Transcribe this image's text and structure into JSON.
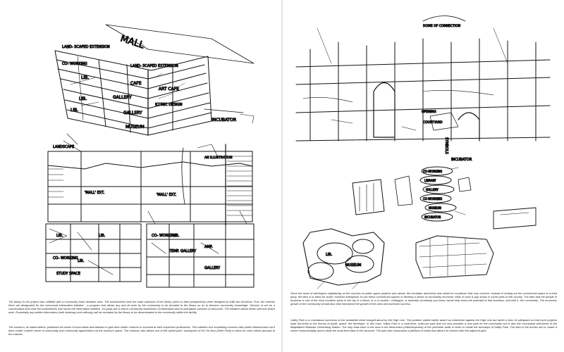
{
  "left_page": {
    "sketch_labels": {
      "mall": "MALL",
      "landscaped_extension_left": "LAND- SCAPED EXTENSION",
      "landscaped_extension_right": "LAND- SCAPED EXTENSION",
      "co_working": "CO- WORKING",
      "lib": "LIB.",
      "gallery": "GALLERY",
      "art_cafe": "ART CAFE",
      "cafe": "CAFE",
      "iconic_design": "ICONIC DESIGN",
      "museum": "MUSEUM",
      "incubator": "INCUBATOR",
      "landscape": "LANDSCAPE",
      "mall_ext": "'MALL' EXT.",
      "an_illustration": "AN ILLUSTRATION",
      "temp_gallery": "TEMP. GALLERY",
      "amp": "AMP.",
      "study_space": "STUDY SPACE"
    },
    "caption_paragraphs": [
      "The library in the project was outfitted with a community book donation area. The bookshelves near the main staircase of the library (seen in later perspectives) were designed to fulfill two functions. First, the shelves there are designated for the communal information initiative - a program that allows any and all work by the community to be donated to the library so as to become community knowledge. Second, to act as a conversation area near the bookshelves that house the information initiative. It's goals are to enrich community awareness of information and to strengthen avenues of discourse. The initiative allows fiction and non-fiction work. Essentially any written information (both hardcopy and softcopy) will be accepted by the library to be disseminated to the community within the facility.",
      "The museum, as stated before, publishes the works of local artists and artisans to give them better chances to succeed at their respective professions. This initiative isn't something common with public infrastructure but it does create a better sense of community and community appreciation via the museum space. The museum also allows use of the hybrid park / workspace of the 7th floor (Eden Park) to allow for more artistic pursuits to the masses."
    ]
  },
  "right_page": {
    "sketch_labels": {
      "dome_of_connection": "DOME OF CONNECTION",
      "opening": "OPENING",
      "courtyard": "COURTYARD",
      "symbols": "SYMBOLS",
      "incubator_pin": "INCUBATOR",
      "co_working_bubble": "CO-WORKING",
      "library_bubble": "LIBRARY",
      "gallery_bubble": "GALLERY",
      "co_working_bubble_2": "CO-WORKING",
      "museum_bubble": "MUSEUM",
      "incubator_bubble": "INCUBATOR",
      "lib_bubble": "LIB.",
      "museum_bottom": "MUSEUM"
    },
    "caption_paragraphs": [
      "Since the issue of developers capitalizing on the success of public space projects was raised, the incubator anti-thesis was raised to counteract that very concern. Instead of renting out the commercial space to a third party, the idea is to allow for small / medium enterprises to use these commercial spaces to develop a sense of community economic skills in main & pop shops in some parts of the country. The idea that the people in business is one of the most lucrative spots in the city is a friend, or a co-worker / colleague, or basically somebody you know, would help boost the potential of that business, and with it, the community. The economic growth of the community should also help futureproof the growth of the area and ascertain success.",
      "Valley Park is a conceptual successor to the worldwide trend brought about by the High Line. The problem stated earlier wasn't an indictment against the High Line but rather a form of safeguard so that more projects want full-victim to the enemy of public space: the developer. In this case, Valley Park is a multi-level, multi-use park that not only provides a new park for the community but is also the conceptual anti-thesis of the dilapidated Delaware Generating Station. The only draw back to the area is the destruction (redevelopment) of the perimeter walls in order to create the archways of Valley Park. The idea of the arches are to create a sense monumentality and to allow the multi-level idea of the structure. The park also showcases a plethora of vistas that allow it to connect with the adjacent park."
    ]
  }
}
